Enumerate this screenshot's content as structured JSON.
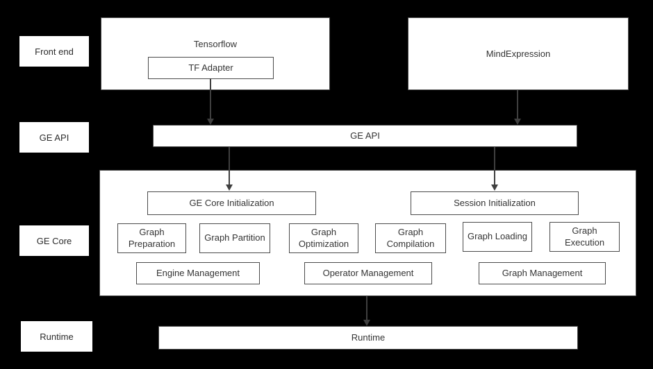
{
  "colors": {
    "background": "#000000",
    "box_fill": "#ffffff",
    "box_border": "#4a4a4a",
    "text": "#333333",
    "arrow": "#3f3f3f"
  },
  "side_labels": {
    "front_end": "Front end",
    "ge_api": "GE API",
    "ge_core": "GE Core",
    "runtime": "Runtime"
  },
  "front_end": {
    "tensorflow": "Tensorflow",
    "tf_adapter": "TF Adapter",
    "mindexpression": "MindExpression"
  },
  "ge_api_bar": "GE API",
  "ge_core": {
    "init": [
      "GE Core Initialization",
      "Session Initialization"
    ],
    "pipeline": [
      "Graph Preparation",
      "Graph Partition",
      "Graph Optimization",
      "Graph Compilation",
      "Graph Loading",
      "Graph Execution"
    ],
    "management": [
      "Engine Management",
      "Operator Management",
      "Graph Management"
    ]
  },
  "runtime_bar": "Runtime"
}
